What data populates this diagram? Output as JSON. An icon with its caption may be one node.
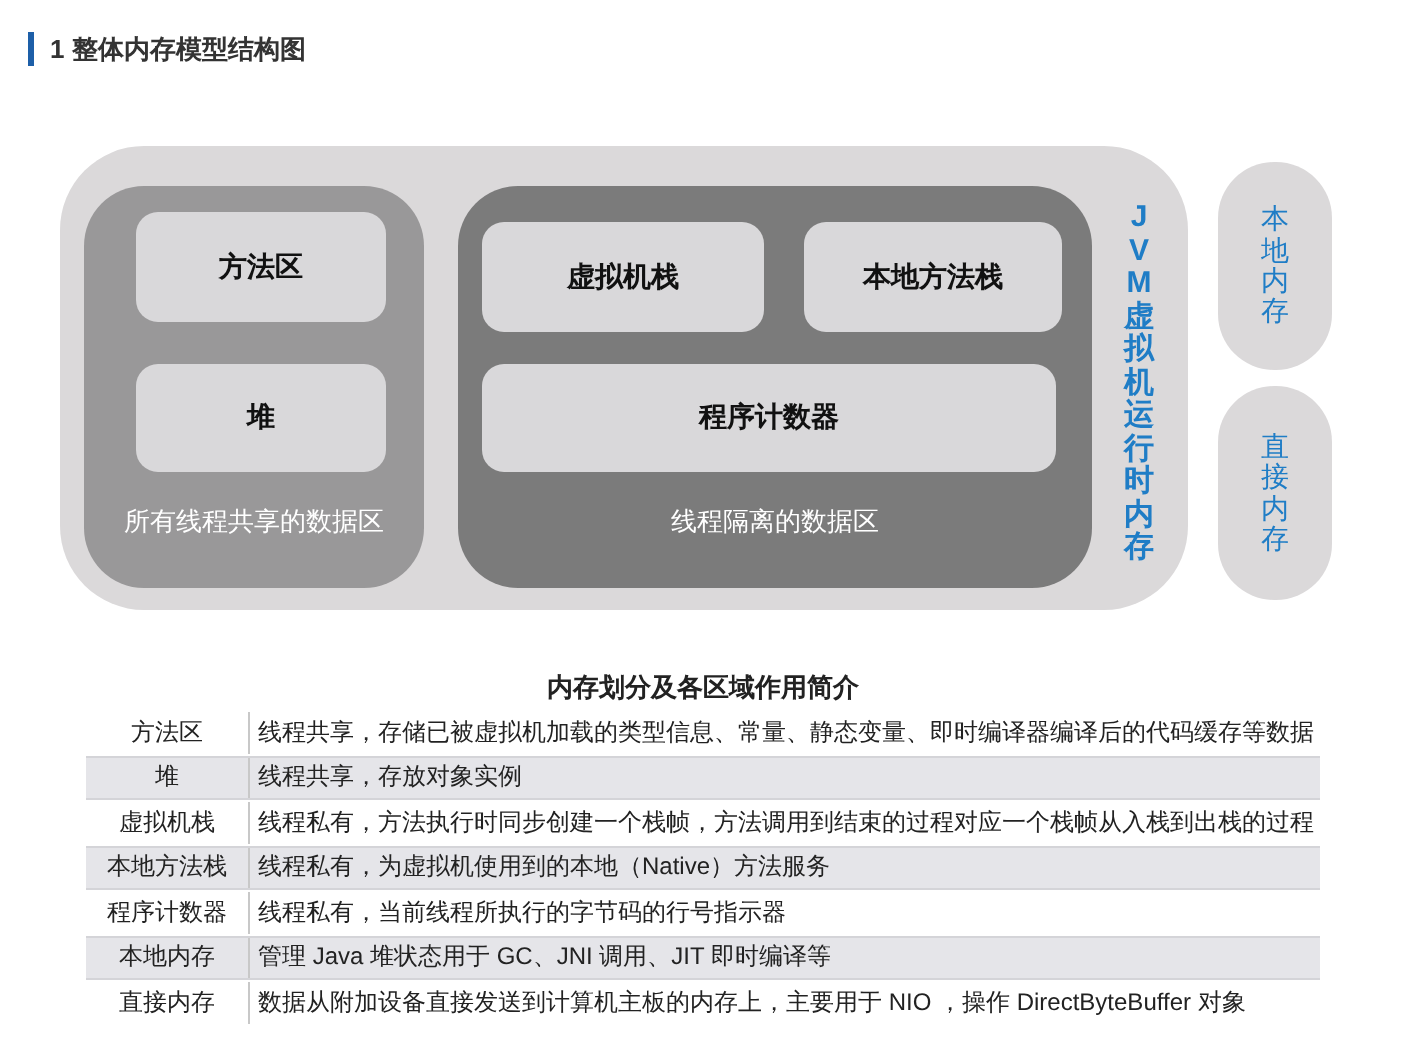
{
  "diagram": {
    "title": "1 整体内存模型结构图",
    "nodes": [
      {
        "text": [
          "JVM 虚拟机运行时内存"
        ]
      },
      {
        "text": [
          "所有线程共享的数据区"
        ],
        "in": 0
      },
      {
        "text": [
          "方法区"
        ],
        "in": 1
      },
      {
        "text": [
          "堆"
        ],
        "in": 1
      },
      {
        "text": [
          "线程隔离的数据区"
        ],
        "in": 0
      },
      {
        "text": [
          "虚拟机栈"
        ],
        "in": 4
      },
      {
        "text": [
          "本地方法栈"
        ],
        "in": 4
      },
      {
        "text": [
          "程序计数器"
        ],
        "in": 4
      },
      {
        "text": [
          "本地内存"
        ]
      },
      {
        "text": [
          "直接内存"
        ]
      }
    ],
    "labels": [
      "内存划分及各区域作用简介",
      "方法区",
      "线程共享，存储已被虚拟机加载的类型信息、常量、静态变量、即时编译器编译后的代码缓存等数据",
      "堆",
      "线程共享，存放对象实例",
      "虚拟机栈",
      "线程私有，方法执行时同步创建一个栈帧，方法调用到结束的过程对应一个栈帧从入栈到出栈的过程",
      "本地方法栈",
      "线程私有，为虚拟机使用到的本地（Native）方法服务",
      "程序计数器",
      "线程私有，当前线程所执行的字节码的行号指示器",
      "本地内存",
      "管理 Java 堆状态用于 GC、JNI 调用、JIT 即时编译等",
      "直接内存",
      "数据从附加设备直接发送到计算机主板的内存上，主要用于 NIO ，操作 DirectByteBuffer 对象"
    ]
  }
}
